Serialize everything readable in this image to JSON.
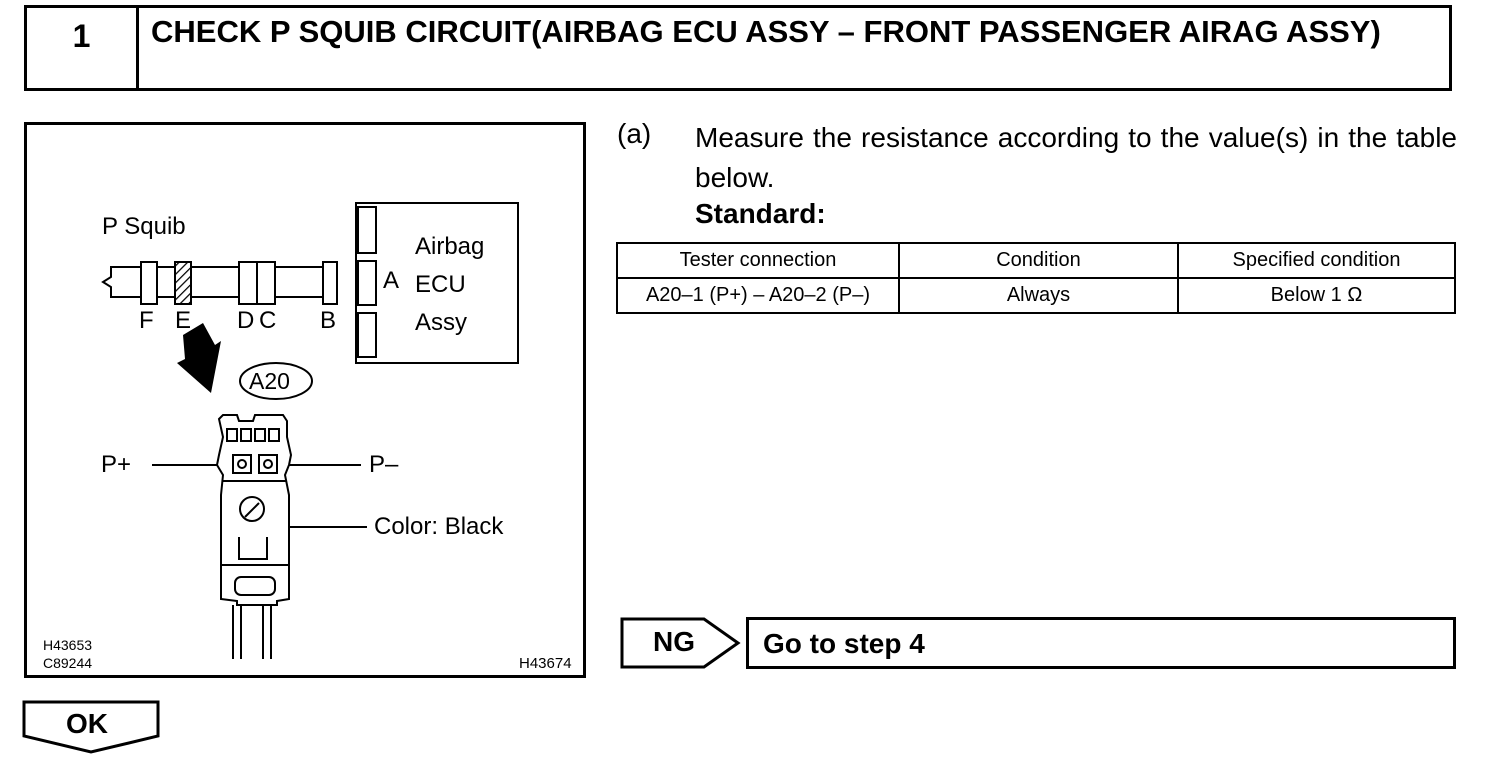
{
  "header": {
    "step_number": "1",
    "title": "CHECK P SQUIB CIRCUIT(AIRBAG ECU ASSY – FRONT PASSENGER AIRAG ASSY)"
  },
  "figure": {
    "p_squib_label": "P Squib",
    "ecu_label_line1": "Airbag",
    "ecu_label_line2": "ECU",
    "ecu_label_line3": "Assy",
    "connector_a": "A",
    "connector_f": "F",
    "connector_e": "E",
    "connector_d": "D",
    "connector_c": "C",
    "connector_b": "B",
    "connector_id": "A20",
    "p_plus": "P+",
    "p_minus": "P–",
    "color_label": "Color: Black",
    "code_1": "H43653",
    "code_2": "C89244",
    "code_3": "H43674"
  },
  "instruction": {
    "step_letter": "(a)",
    "text": "Measure the resistance according to the value(s) in the table below.",
    "standard_label": "Standard:"
  },
  "spec_table": {
    "headers": [
      "Tester connection",
      "Condition",
      "Specified condition"
    ],
    "rows": [
      [
        "A20–1 (P+) – A20–2 (P–)",
        "Always",
        "Below 1 Ω"
      ]
    ]
  },
  "ng": {
    "label": "NG",
    "action": "Go to step 4"
  },
  "ok": {
    "label": "OK"
  }
}
